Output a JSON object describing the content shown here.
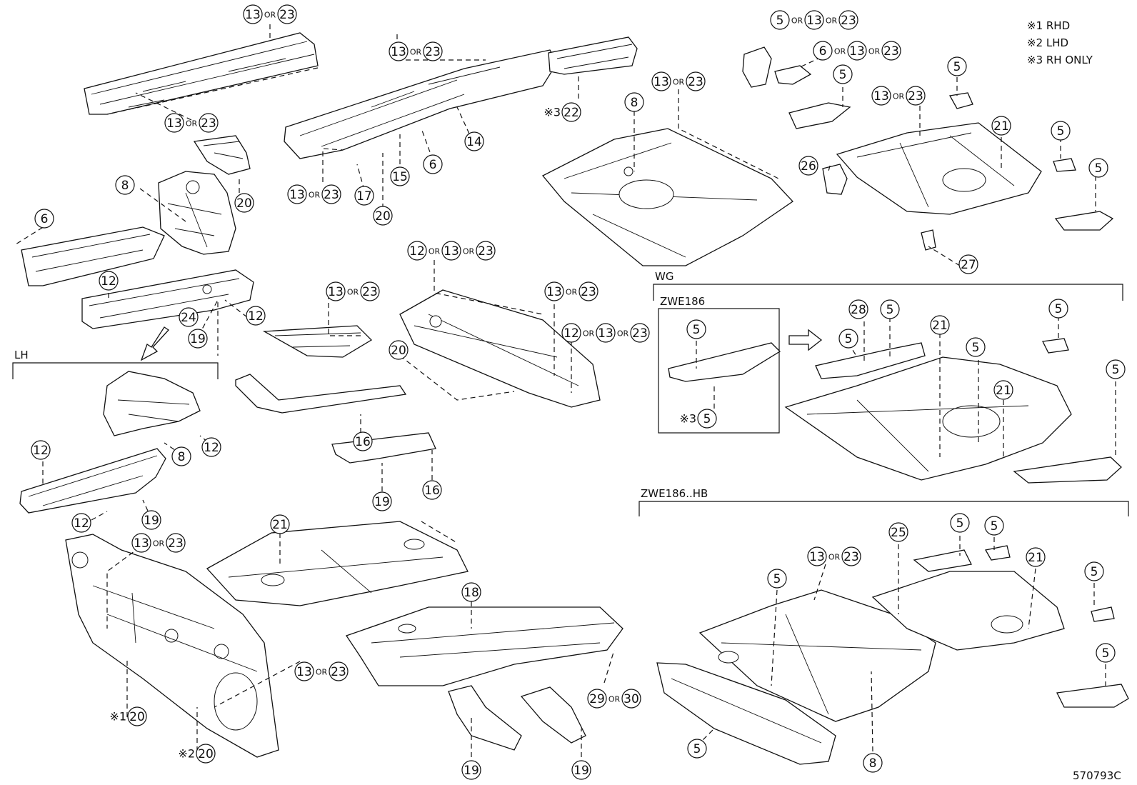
{
  "notes": [
    {
      "id": "note-rhd",
      "text": "※1 RHD"
    },
    {
      "id": "note-lhd",
      "text": "※2 LHD"
    },
    {
      "id": "note-rh-only",
      "text": "※3 RH ONLY"
    }
  ],
  "section_labels": {
    "lh": "LH",
    "wg": "WG",
    "zwe186": "ZWE186",
    "zwe186_hb": "ZWE186..HB"
  },
  "drawing_number": "570793C",
  "connector_word": "OR",
  "callouts": [
    {
      "id": "c-top-left-13-23",
      "parts": [
        "13",
        "23"
      ]
    },
    {
      "id": "c-front-left-13-23",
      "parts": [
        "13",
        "23"
      ]
    },
    {
      "id": "c-20-a",
      "parts": [
        "20"
      ]
    },
    {
      "id": "c-8-a",
      "parts": [
        "8"
      ]
    },
    {
      "id": "c-6-a",
      "parts": [
        "6"
      ]
    },
    {
      "id": "c-12-a",
      "parts": [
        "12"
      ]
    },
    {
      "id": "c-12-b",
      "parts": [
        "12"
      ]
    },
    {
      "id": "c-24",
      "parts": [
        "24"
      ]
    },
    {
      "id": "c-19-a",
      "parts": [
        "19"
      ]
    },
    {
      "id": "c-rail-13-23-top",
      "parts": [
        "13",
        "23"
      ]
    },
    {
      "id": "c-14",
      "parts": [
        "14"
      ]
    },
    {
      "id": "c-6-b",
      "parts": [
        "6"
      ]
    },
    {
      "id": "c-15",
      "parts": [
        "15"
      ]
    },
    {
      "id": "c-rail-13-23-bottom",
      "parts": [
        "13",
        "23"
      ]
    },
    {
      "id": "c-17",
      "parts": [
        "17"
      ]
    },
    {
      "id": "c-20-b",
      "parts": [
        "20"
      ]
    },
    {
      "id": "c-22",
      "parts": [
        "22"
      ],
      "prefix": "※3"
    },
    {
      "id": "c-floor-8",
      "parts": [
        "8"
      ]
    },
    {
      "id": "c-floor-13-23",
      "parts": [
        "13",
        "23"
      ]
    },
    {
      "id": "c-tr-5-13-23",
      "parts": [
        "5",
        "13",
        "23"
      ]
    },
    {
      "id": "c-tr-6-13-23",
      "parts": [
        "6",
        "13",
        "23"
      ]
    },
    {
      "id": "c-tr-5-a",
      "parts": [
        "5"
      ]
    },
    {
      "id": "c-tr-5-b",
      "parts": [
        "5"
      ]
    },
    {
      "id": "c-tr-13-23",
      "parts": [
        "13",
        "23"
      ]
    },
    {
      "id": "c-tr-21",
      "parts": [
        "21"
      ]
    },
    {
      "id": "c-tr-5-c",
      "parts": [
        "5"
      ]
    },
    {
      "id": "c-tr-5-d",
      "parts": [
        "5"
      ]
    },
    {
      "id": "c-26",
      "parts": [
        "26"
      ]
    },
    {
      "id": "c-27",
      "parts": [
        "27"
      ]
    },
    {
      "id": "c-mid-13-23",
      "parts": [
        "13",
        "23"
      ]
    },
    {
      "id": "c-mid-12-13-23",
      "parts": [
        "12",
        "13",
        "23"
      ]
    },
    {
      "id": "c-mid-13-23-b",
      "parts": [
        "13",
        "23"
      ]
    },
    {
      "id": "c-mid-12-13-23-b",
      "parts": [
        "12",
        "13",
        "23"
      ]
    },
    {
      "id": "c-20-c",
      "parts": [
        "20"
      ]
    },
    {
      "id": "c-16-a",
      "parts": [
        "16"
      ]
    },
    {
      "id": "c-16-b",
      "parts": [
        "16"
      ]
    },
    {
      "id": "c-19-b",
      "parts": [
        "19"
      ]
    },
    {
      "id": "c-lh-12-a",
      "parts": [
        "12"
      ]
    },
    {
      "id": "c-lh-8",
      "parts": [
        "8"
      ]
    },
    {
      "id": "c-lh-12-b",
      "parts": [
        "12"
      ]
    },
    {
      "id": "c-lh-12-c",
      "parts": [
        "12"
      ]
    },
    {
      "id": "c-lh-19",
      "parts": [
        "19"
      ]
    },
    {
      "id": "c-zwe-5-top",
      "parts": [
        "5"
      ]
    },
    {
      "id": "c-zwe-5-bottom",
      "parts": [
        "5"
      ],
      "prefix": "※3"
    },
    {
      "id": "c-wg-28",
      "parts": [
        "28"
      ]
    },
    {
      "id": "c-wg-5-a",
      "parts": [
        "5"
      ]
    },
    {
      "id": "c-wg-5-b",
      "parts": [
        "5"
      ]
    },
    {
      "id": "c-wg-21-a",
      "parts": [
        "21"
      ]
    },
    {
      "id": "c-wg-5-c",
      "parts": [
        "5"
      ]
    },
    {
      "id": "c-wg-21-b",
      "parts": [
        "21"
      ]
    },
    {
      "id": "c-wg-5-d",
      "parts": [
        "5"
      ]
    },
    {
      "id": "c-wg-5-e",
      "parts": [
        "5"
      ]
    },
    {
      "id": "c-dash-13-23",
      "parts": [
        "13",
        "23"
      ]
    },
    {
      "id": "c-dash-13-23-b",
      "parts": [
        "13",
        "23"
      ]
    },
    {
      "id": "c-dash-20-rhd",
      "parts": [
        "20"
      ],
      "prefix": "※1"
    },
    {
      "id": "c-dash-20-lhd",
      "parts": [
        "20"
      ],
      "prefix": "※2"
    },
    {
      "id": "c-floor-21",
      "parts": [
        "21"
      ]
    },
    {
      "id": "c-18",
      "parts": [
        "18"
      ]
    },
    {
      "id": "c-29-30",
      "parts": [
        "29",
        "30"
      ]
    },
    {
      "id": "c-19-c",
      "parts": [
        "19"
      ]
    },
    {
      "id": "c-19-d",
      "parts": [
        "19"
      ]
    },
    {
      "id": "c-hb-25",
      "parts": [
        "25"
      ]
    },
    {
      "id": "c-hb-5-a",
      "parts": [
        "5"
      ]
    },
    {
      "id": "c-hb-5-b",
      "parts": [
        "5"
      ]
    },
    {
      "id": "c-hb-13-23",
      "parts": [
        "13",
        "23"
      ]
    },
    {
      "id": "c-hb-5-c",
      "parts": [
        "5"
      ]
    },
    {
      "id": "c-hb-21",
      "parts": [
        "21"
      ]
    },
    {
      "id": "c-hb-5-d",
      "parts": [
        "5"
      ]
    },
    {
      "id": "c-hb-5-e",
      "parts": [
        "5"
      ]
    },
    {
      "id": "c-hb-5-f",
      "parts": [
        "5"
      ]
    },
    {
      "id": "c-hb-8",
      "parts": [
        "8"
      ]
    }
  ]
}
